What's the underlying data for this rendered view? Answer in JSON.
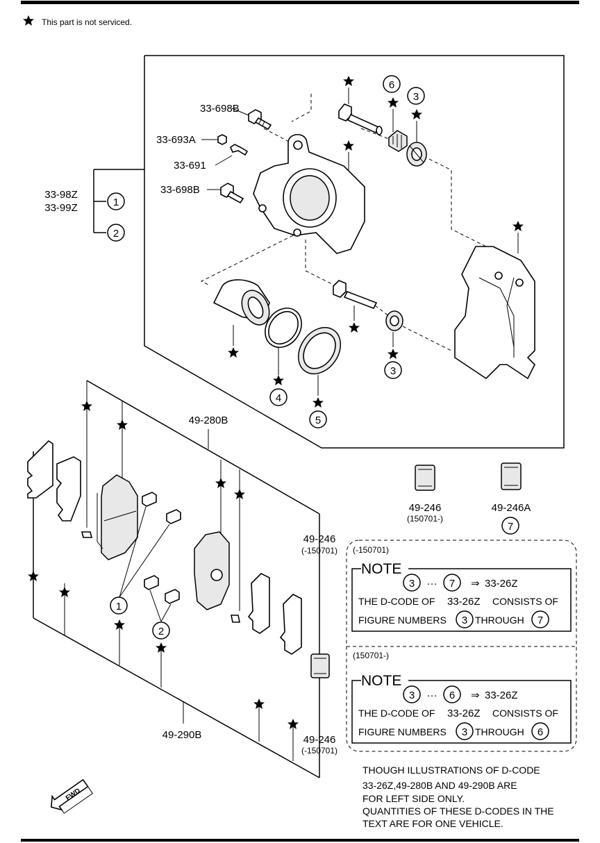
{
  "header": {
    "legend_text": "This part is not serviced."
  },
  "callouts": {
    "caliper_bolt_b_top": "33-698B",
    "bleeder_cap": "33-693A",
    "bleeder_screw": "33-691",
    "caliper_bolt_b_bottom": "33-698B",
    "caliper_assy_left": "33-98Z",
    "caliper_assy_right": "33-99Z",
    "pad_kit_front": "49-280B",
    "pad_kit_rear": "49-290B",
    "grease_pack_mid": "49-246",
    "grease_pack_mid_date": "(-150701)",
    "grease_pack_low": "49-246",
    "grease_pack_low_date": "(-150701)",
    "grease_pack_a": "49-246",
    "grease_pack_a_date": "(150701-)",
    "grease_pack_b": "49-246A"
  },
  "figure_numbers": {
    "assy_1": "1",
    "assy_2": "2",
    "boot_6": "6",
    "boot_3_top": "3",
    "seal_4": "4",
    "boot_5": "5",
    "boot_3_low": "3",
    "shim_1": "1",
    "clip_2": "2",
    "pack_7": "7"
  },
  "notes": [
    {
      "period": "(-150701)",
      "heading": "NOTE",
      "range_start": "3",
      "range_sep": "···",
      "range_end": "7",
      "arrow": "⇒",
      "dcode": "33-26Z",
      "line1_a": "THE D-CODE OF",
      "line1_b": "33-26Z",
      "line1_c": "CONSISTS OF",
      "line2_a": "FIGURE NUMBERS",
      "line2_from": "3",
      "line2_b": "THROUGH",
      "line2_to": "7"
    },
    {
      "period": "(150701-)",
      "heading": "NOTE",
      "range_start": "3",
      "range_sep": "···",
      "range_end": "6",
      "arrow": "⇒",
      "dcode": "33-26Z",
      "line1_a": "THE D-CODE OF",
      "line1_b": "33-26Z",
      "line1_c": "CONSISTS OF",
      "line2_a": "FIGURE NUMBERS",
      "line2_from": "3",
      "line2_b": "THROUGH",
      "line2_to": "6"
    }
  ],
  "footnote": [
    "THOUGH ILLUSTRATIONS OF D-CODE",
    "33-26Z,49-280B AND 49-290B ARE",
    "FOR LEFT SIDE ONLY.",
    "QUANTITIES OF THESE D-CODES IN THE",
    "TEXT ARE FOR ONE VEHICLE."
  ],
  "fwd_label": "FWD",
  "icons": [
    "star-icon",
    "fwd-arrow-icon"
  ]
}
